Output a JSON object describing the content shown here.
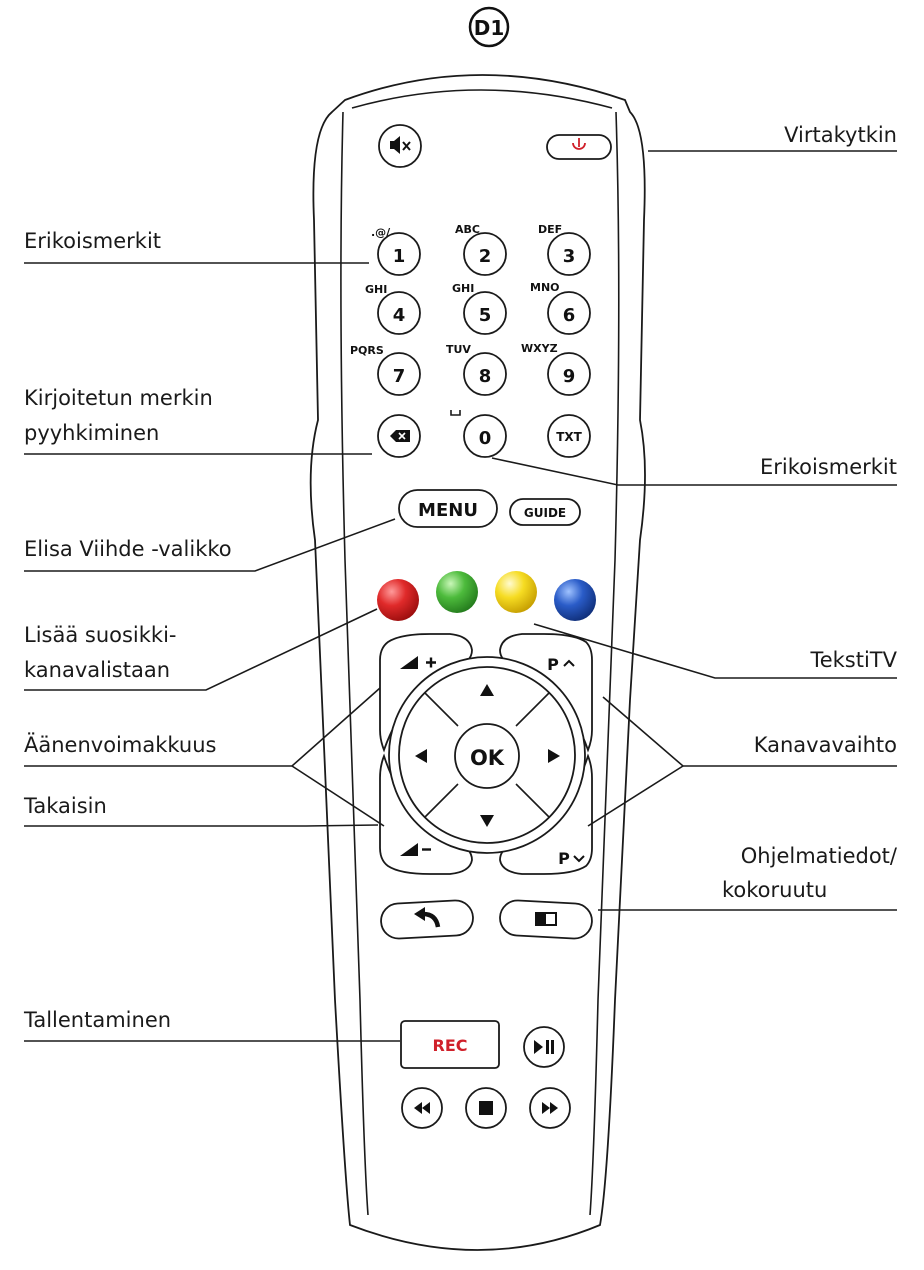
{
  "badge": "D1",
  "labels": {
    "virtakytkin": "Virtakytkin",
    "erikoismerkit_1": "Erikoismerkit",
    "kirjoitetun_1": "Kirjoitetun merkin",
    "kirjoitetun_2": "pyyhkiminen",
    "erikoismerkit_0": "Erikoismerkit",
    "elisa_viihde": "Elisa Viihde -valikko",
    "lisaa_1": "Lisää suosikki-",
    "lisaa_2": "kanavalistaan",
    "tekstitv": "TekstiTV",
    "aanenvoimakkuus": "Äänenvoimakkuus",
    "kanavavaihto": "Kanavavaihto",
    "ohjelmatiedot_1": "Ohjelmatiedot/",
    "ohjelmatiedot_2": "kokoruutu",
    "takaisin": "Takaisin",
    "tallentaminen": "Tallentaminen"
  },
  "keys": {
    "k1": "1",
    "k2": "2",
    "k3": "3",
    "k4": "4",
    "k5": "5",
    "k6": "6",
    "k7": "7",
    "k8": "8",
    "k9": "9",
    "k0": "0",
    "s1": ".@/",
    "s2": "ABC",
    "s3": "DEF",
    "s4": "GHI",
    "s5": "GHI",
    "s6": "MNO",
    "s7": "PQRS",
    "s8": "TUV",
    "s9": "WXYZ",
    "txt": "TXT",
    "menu": "MENU",
    "guide": "GUIDE",
    "ok": "OK",
    "p_up": "P",
    "p_down": "P",
    "rec": "REC"
  },
  "colors": {
    "red": "#d8222a",
    "green": "#3fae3a",
    "yellow": "#f2d21a",
    "blue": "#1f4fb0",
    "rec_text": "#d0202a",
    "power_icon": "#d0202a"
  }
}
